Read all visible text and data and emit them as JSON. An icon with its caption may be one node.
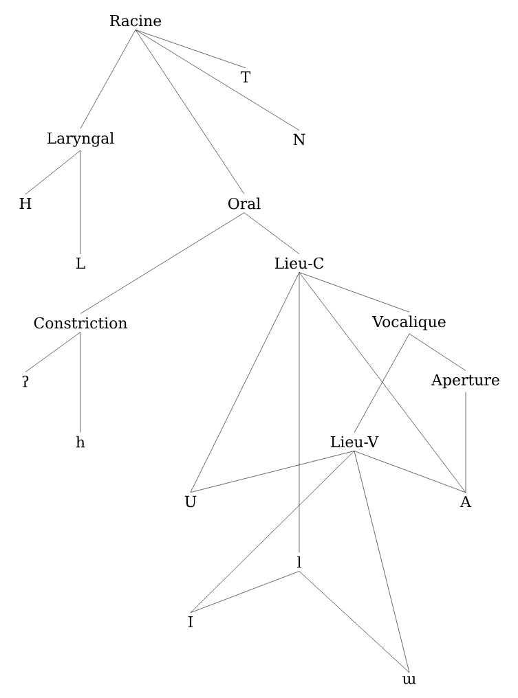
{
  "diagram": {
    "nodes": [
      {
        "text": [
          "Racine"
        ]
      },
      {
        "text": [
          "T"
        ]
      },
      {
        "text": [
          "Laryngal"
        ]
      },
      {
        "text": [
          "N"
        ]
      },
      {
        "text": [
          "H"
        ]
      },
      {
        "text": [
          "Oral"
        ]
      },
      {
        "text": [
          "L"
        ]
      },
      {
        "text": [
          "Lieu-C"
        ]
      },
      {
        "text": [
          "Constriction"
        ]
      },
      {
        "text": [
          "Vocalique"
        ]
      },
      {
        "text": [
          "ʔ"
        ]
      },
      {
        "text": [
          "Aperture"
        ]
      },
      {
        "text": [
          "h"
        ]
      },
      {
        "text": [
          "Lieu-V"
        ]
      },
      {
        "text": [
          "U"
        ]
      },
      {
        "text": [
          "A"
        ]
      },
      {
        "text": [
          "l"
        ]
      },
      {
        "text": [
          "I"
        ]
      },
      {
        "text": [
          "ɯ"
        ]
      }
    ],
    "edges": [
      {
        "from": 0,
        "to": 2,
        "arrow": "none"
      },
      {
        "from": 0,
        "to": 5,
        "arrow": "none"
      },
      {
        "from": 0,
        "to": 1,
        "arrow": "none"
      },
      {
        "from": 0,
        "to": 3,
        "arrow": "none"
      },
      {
        "from": 2,
        "to": 4,
        "arrow": "none"
      },
      {
        "from": 2,
        "to": 6,
        "arrow": "none"
      },
      {
        "from": 5,
        "to": 8,
        "arrow": "none"
      },
      {
        "from": 5,
        "to": 7,
        "arrow": "none"
      },
      {
        "from": 8,
        "to": 10,
        "arrow": "none"
      },
      {
        "from": 8,
        "to": 12,
        "arrow": "none"
      },
      {
        "from": 7,
        "to": 14,
        "arrow": "none"
      },
      {
        "from": 7,
        "to": 16,
        "arrow": "none"
      },
      {
        "from": 7,
        "to": 15,
        "arrow": "none"
      },
      {
        "from": 7,
        "to": 9,
        "arrow": "none"
      },
      {
        "from": 9,
        "to": 13,
        "arrow": "none"
      },
      {
        "from": 9,
        "to": 11,
        "arrow": "none"
      },
      {
        "from": 11,
        "to": 15,
        "arrow": "none"
      },
      {
        "from": 13,
        "to": 14,
        "arrow": "none"
      },
      {
        "from": 13,
        "to": 15,
        "arrow": "none"
      },
      {
        "from": 13,
        "to": 17,
        "arrow": "none"
      },
      {
        "from": 13,
        "to": 18,
        "arrow": "none"
      },
      {
        "from": 16,
        "to": 17,
        "arrow": "none"
      },
      {
        "from": 16,
        "to": 18,
        "arrow": "none"
      }
    ]
  }
}
